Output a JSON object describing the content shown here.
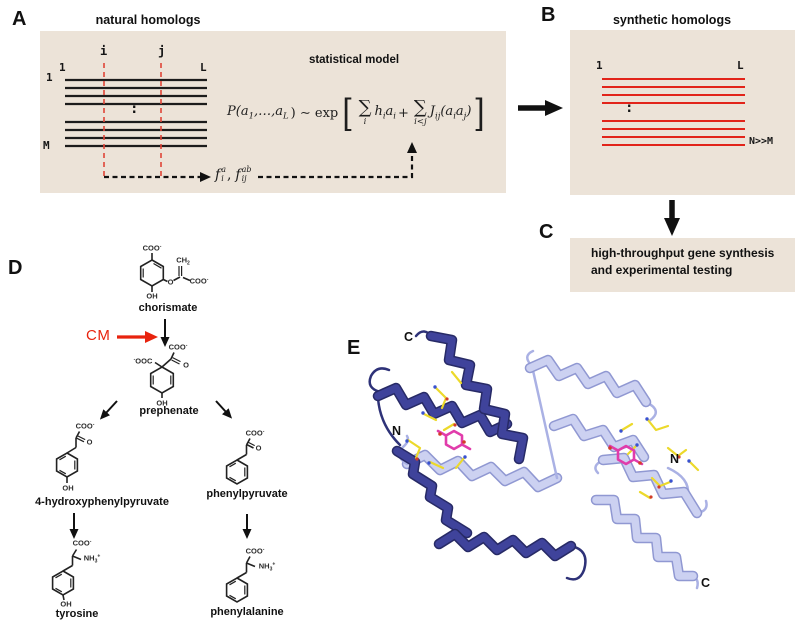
{
  "panel_labels": {
    "a": "A",
    "b": "B",
    "c": "C",
    "d": "D",
    "e": "E"
  },
  "panel_a": {
    "title": "natural homologs",
    "model_title": "statistical model",
    "col_first": "1",
    "col_last": "L",
    "row_first": "1",
    "row_last": "M",
    "pos_i": "i",
    "pos_j": "j",
    "ellipsis": ":",
    "equation": {
      "lhs1": "P(a",
      "lhs_sub1": "1",
      "lhs2": ",…,a",
      "lhs_sub2": "L",
      "lhs3": ") ∼ exp",
      "lbracket": "[",
      "rbracket": "]",
      "sum": "∑",
      "sum1_idx": "i",
      "sum2_idx": "i<j",
      "h": "h",
      "h_sub": "i",
      "a1": "a",
      "a1_sub": "i",
      "plus": "+",
      "J": "J",
      "J_sub": "ij",
      "t2_open": "(a",
      "t2a_sub": "i",
      "t2b": "a",
      "t2b_sub": "j",
      "t2_close": ")"
    },
    "freq": {
      "f1": "f",
      "f1_sup": "a",
      "f1_sub": "i",
      "comma": ",",
      "f2": "f",
      "f2_sup": "ab",
      "f2_sub": "ij"
    }
  },
  "panel_b": {
    "title": "synthetic homologs",
    "col_first": "1",
    "col_last": "L",
    "ellipsis": ":",
    "count_note": "N>>M"
  },
  "panel_c": {
    "line1": "high-throughput gene synthesis",
    "line2": "and experimental testing"
  },
  "panel_d": {
    "cm_label": "CM",
    "names": {
      "chorismate": "chorismate",
      "prephenate": "prephenate",
      "hydroxyphenylpyruvate": "4-hydroxyphenylpyruvate",
      "phenylpyruvate": "phenylpyruvate",
      "tyrosine": "tyrosine",
      "phenylalanine": "phenylalanine"
    },
    "groups": {
      "coo_base": "COO",
      "ooc_base": "OOC",
      "nh_base": "NH",
      "ch_base": "CH",
      "oh": "OH",
      "o": "O",
      "minus": "-",
      "plus": "+",
      "two": "2",
      "three": "3"
    }
  },
  "panel_e": {
    "c_top": "C",
    "n_left": "N",
    "n_right": "N",
    "c_bottom": "C"
  },
  "colors": {
    "panel_bg": "#ece3d8",
    "msa_red": "#e2241a",
    "cm_red": "#e8230e",
    "dark_chain": "#3f439b",
    "light_chain": "#ccd1f1",
    "stick_yellow": "#ecd92b",
    "ligand_magenta": "#e13cab"
  }
}
